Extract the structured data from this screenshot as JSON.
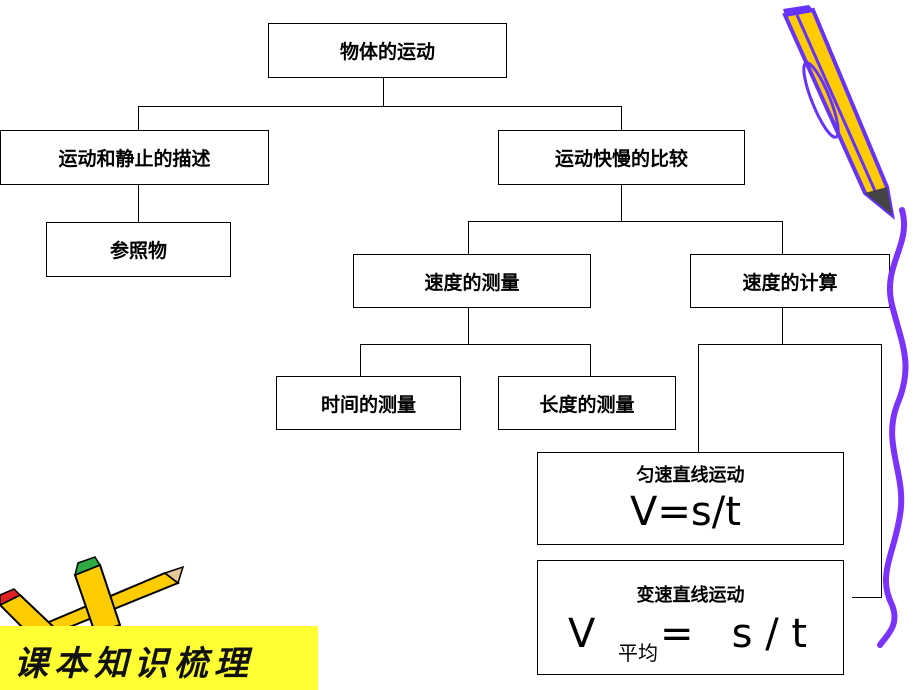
{
  "nodes": {
    "root": "物体的运动",
    "motion_rest": "运动和静止的描述",
    "reference": "参照物",
    "speed_compare": "运动快慢的比较",
    "speed_measure": "速度的测量",
    "speed_calc": "速度的计算",
    "time_measure": "时间的测量",
    "length_measure": "长度的测量"
  },
  "uniform": {
    "title": "匀速直线运动",
    "formula": "V=s/t"
  },
  "variable": {
    "title": "变速直线运动",
    "v": "V",
    "sub": "平均",
    "rest": "=   s / t"
  },
  "banner": {
    "text": "课本知识梳理",
    "color": "#ffff33"
  },
  "colors": {
    "pencil_body": "#ffcc00",
    "pencil_outline": "#6633ff",
    "line": "#000000"
  }
}
